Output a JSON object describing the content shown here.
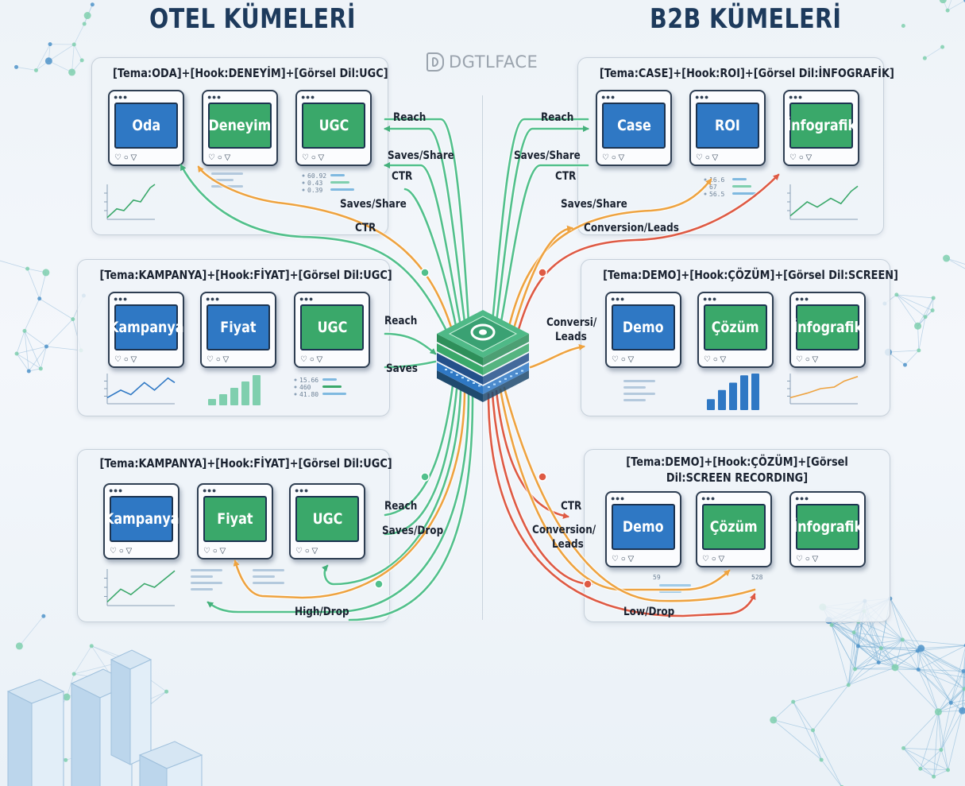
{
  "colors": {
    "blue": "#2f78c4",
    "green": "#3aa86a",
    "orange": "#eea340",
    "red": "#de5a44",
    "teal_flow": "#52c08c",
    "title": "#1d3a5c"
  },
  "header": {
    "left_title": "OTEL KÜMELERİ",
    "right_title": "B2B KÜMELERİ",
    "brand": "DGTLFACE"
  },
  "clusters": {
    "otel_1": {
      "title": "[Tema:ODA]+[Hook:DENEYİM]+[Görsel Dil:UGC]",
      "cards": [
        {
          "label": "Oda",
          "color": "blue"
        },
        {
          "label": "Deneyim",
          "color": "green"
        },
        {
          "label": "UGC",
          "color": "green"
        }
      ]
    },
    "otel_2": {
      "title": "[Tema:KAMPANYA]+[Hook:FİYAT]+[Görsel Dil:UGC]",
      "cards": [
        {
          "label": "Kampanya",
          "color": "blue"
        },
        {
          "label": "Fiyat",
          "color": "blue"
        },
        {
          "label": "UGC",
          "color": "green"
        }
      ]
    },
    "otel_3": {
      "title": "[Tema:KAMPANYA]+[Hook:FİYAT]+[Görsel Dil:UGC]",
      "cards": [
        {
          "label": "Kampanya",
          "color": "blue"
        },
        {
          "label": "Fiyat",
          "color": "green"
        },
        {
          "label": "UGC",
          "color": "green"
        }
      ]
    },
    "b2b_1": {
      "title": "[Tema:CASE]+[Hook:ROI]+[Görsel Dil:İNFOGRAFİK]",
      "cards": [
        {
          "label": "Case",
          "color": "blue"
        },
        {
          "label": "ROI",
          "color": "blue"
        },
        {
          "label": "İnfografik",
          "color": "green"
        }
      ]
    },
    "b2b_2": {
      "title": "[Tema:DEMO]+[Hook:ÇÖZÜM]+[Görsel Dil:SCREEN]",
      "cards": [
        {
          "label": "Demo",
          "color": "blue"
        },
        {
          "label": "Çözüm",
          "color": "green"
        },
        {
          "label": "İnfografik",
          "color": "green"
        }
      ]
    },
    "b2b_3": {
      "title_line1": "[Tema:DEMO]+[Hook:ÇÖZÜM]+[Görsel",
      "title_line2": "Dil:SCREEN RECORDING]",
      "cards": [
        {
          "label": "Demo",
          "color": "blue"
        },
        {
          "label": "Çözüm",
          "color": "green"
        },
        {
          "label": "İnfografik",
          "color": "green"
        }
      ]
    }
  },
  "card_icons": {
    "window_dots": "●●●",
    "actions": "♡ ○ ▽"
  },
  "mini_stats": {
    "otel_1": [
      "60.92",
      "0.43",
      "0.39"
    ],
    "otel_2": [
      "15.66",
      "460",
      "41.80"
    ],
    "b2b_1": [
      "16.6",
      "67",
      "56.5"
    ],
    "b2b_3_a": "59",
    "b2b_3_b": "528"
  },
  "bar_mini_chart": {
    "otel_2": [
      0.2,
      0.35,
      0.55,
      0.75,
      0.95
    ],
    "b2b_2": [
      0.3,
      0.55,
      0.75,
      0.95,
      1.0
    ]
  },
  "flow_labels": {
    "o1_reach": "Reach",
    "o1_saves": "Saves/Share",
    "o1_ctr": "CTR",
    "mid_saves": "Saves/Share",
    "mid_ctr": "CTR",
    "o2_reach": "Reach",
    "o2_saves": "Saves",
    "o3_reach": "Reach",
    "o3_saves": "Saves/Drop",
    "o3_high": "High/Drop",
    "b1_reach": "Reach",
    "b1_saves": "Saves/Share",
    "b1_ctr": "CTR",
    "b_mid_saves": "Saves/Share",
    "b_mid_conv": "Conversion/Leads",
    "b2_conv_1": "Conversi/",
    "b2_conv_2": "Leads",
    "b3_ctr": "CTR",
    "b3_conv_1": "Conversion/",
    "b3_conv_2": "Leads",
    "b3_low": "Low/Drop"
  }
}
